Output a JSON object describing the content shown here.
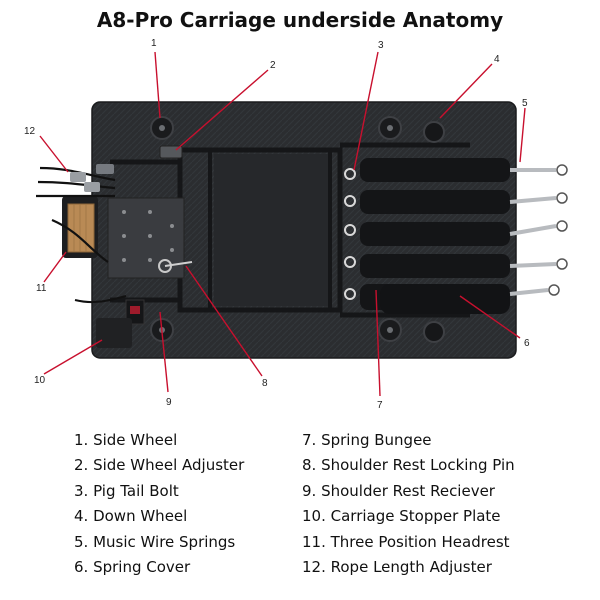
{
  "title": "A8-Pro Carriage underside Anatomy",
  "callouts": [
    "1",
    "2",
    "3",
    "4",
    "5",
    "6",
    "7",
    "8",
    "9",
    "10",
    "11",
    "12"
  ],
  "legend_left": [
    "1. Side Wheel",
    "2. Side Wheel Adjuster",
    "3. Pig Tail Bolt",
    "4. Down Wheel",
    "5. Music Wire Springs",
    "6. Spring Cover"
  ],
  "legend_right": [
    "7. Spring Bungee",
    "8. Shoulder Rest Locking Pin",
    "9. Shoulder Rest Reciever",
    "10. Carriage Stopper Plate",
    "11. Three Position Headrest",
    "12. Rope Length Adjuster"
  ],
  "colors": {
    "leader_line": "#c8102e",
    "carriage_board": "#2b2d30",
    "frame": "#17181a",
    "plate": "#35373a",
    "headrest_wood": "#b98a55"
  }
}
